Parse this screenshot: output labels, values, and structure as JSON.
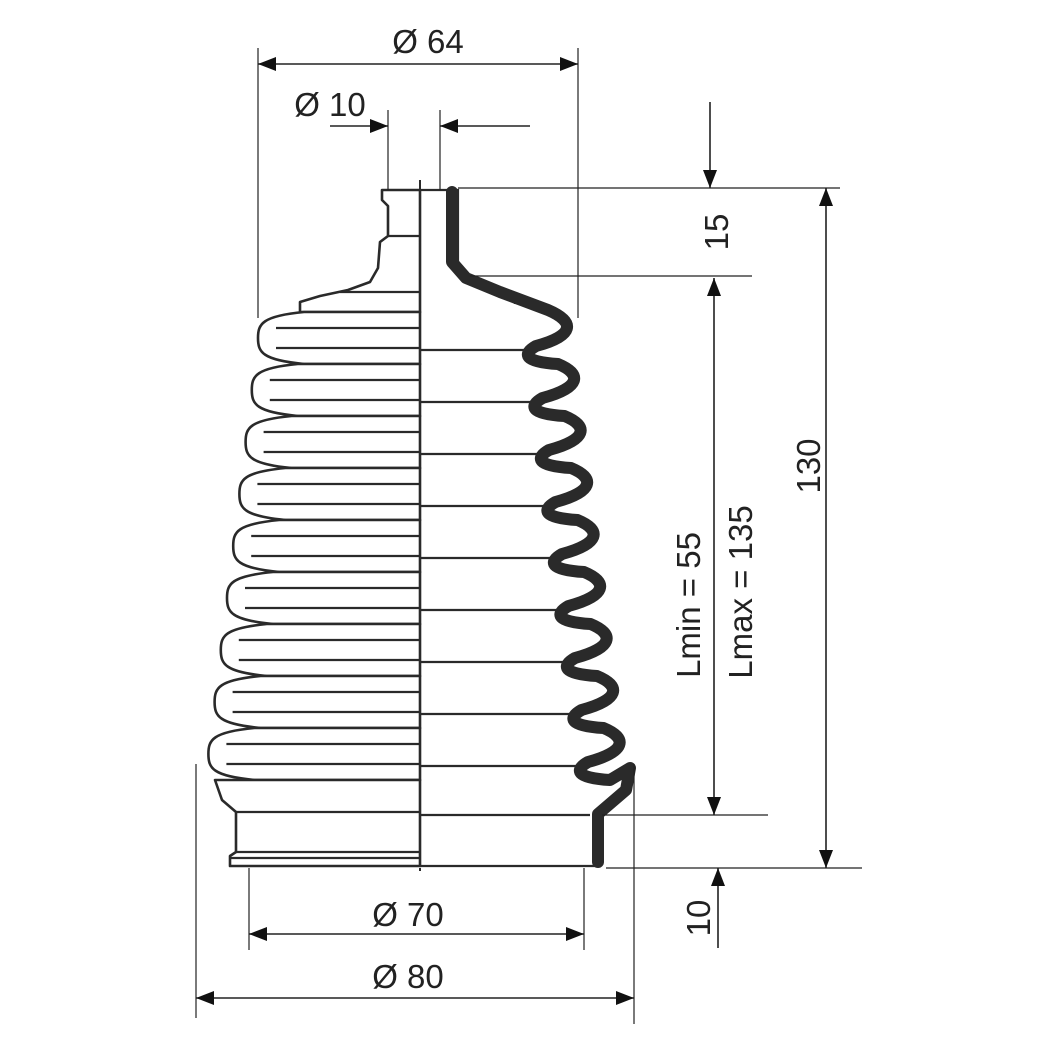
{
  "diagram": {
    "dimensions": {
      "d64": "Ø 64",
      "d10": "Ø 10",
      "h15": "15",
      "h130": "130",
      "lmin": "Lmin = 55",
      "lmax": "Lmax = 135",
      "d70": "Ø 70",
      "d80": "Ø 80",
      "h10": "10"
    }
  }
}
